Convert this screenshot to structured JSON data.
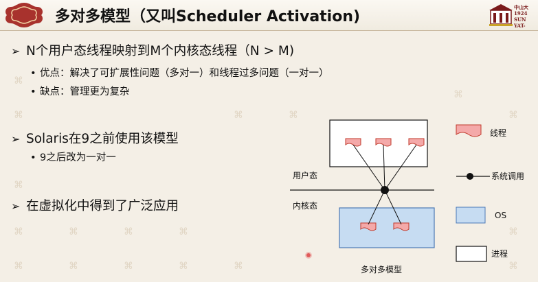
{
  "title": "多对多模型（又叫Scheduler Activation)",
  "logo": {
    "line1": "中山大",
    "line2": "1924",
    "line3": "SUN YAT-"
  },
  "bullets": [
    {
      "text": "N个用户态线程映射到M个内核态线程（N > M)"
    },
    {
      "text": "Solaris在9之前使用该模型"
    },
    {
      "text": "在虚拟化中得到了广泛应用"
    }
  ],
  "subs": [
    {
      "text": "优点：解决了可扩展性问题（多对一）和线程过多问题（一对一）"
    },
    {
      "text": "缺点：管理更为复杂"
    },
    {
      "text": "9之后改为一对一"
    }
  ],
  "diagram": {
    "user_label": "用户态",
    "kernel_label": "内核态",
    "caption": "多对多模型",
    "legend": {
      "thread": "线程",
      "syscall": "系统调用",
      "os": "OS",
      "process": "进程"
    },
    "colors": {
      "thread_fill": "#f4a9a9",
      "thread_stroke": "#c0392b",
      "os_fill": "#c6dcf2",
      "os_stroke": "#4a78b5"
    }
  }
}
